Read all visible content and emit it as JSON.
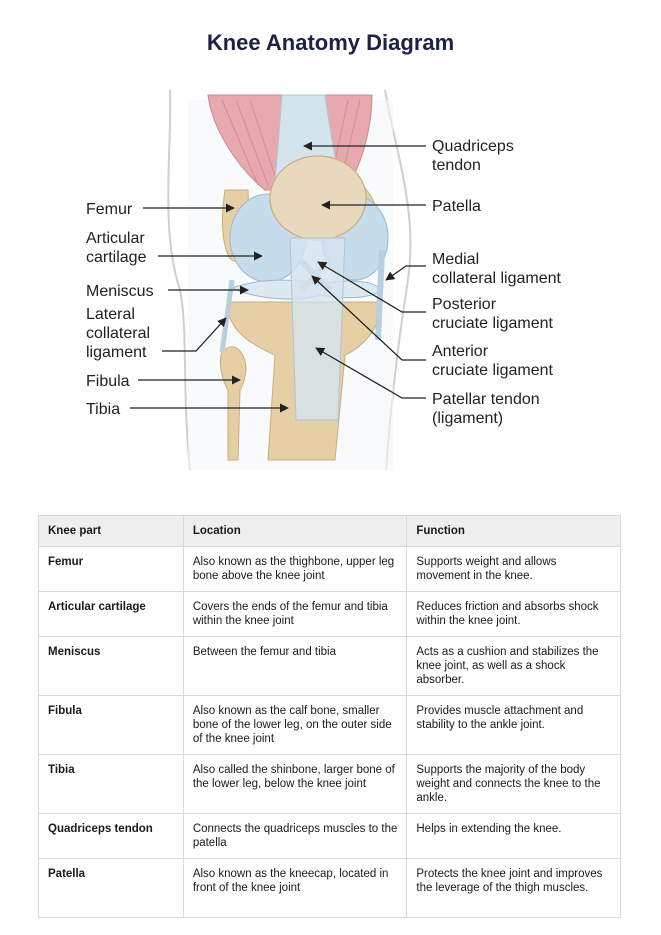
{
  "title": "Knee Anatomy Diagram",
  "diagram": {
    "labels": {
      "femur": "Femur",
      "articular_1": "Articular",
      "articular_2": "cartilage",
      "meniscus": "Meniscus",
      "lateral_1": "Lateral",
      "lateral_2": "collateral",
      "lateral_3": "ligament",
      "fibula": "Fibula",
      "tibia": "Tibia",
      "quad_1": "Quadriceps",
      "quad_2": "tendon",
      "patella": "Patella",
      "medial_1": "Medial",
      "medial_2": "collateral ligament",
      "posterior_1": "Posterior",
      "posterior_2": "cruciate ligament",
      "anterior_1": "Anterior",
      "anterior_2": "cruciate ligament",
      "patellar_1": "Patellar tendon",
      "patellar_2": "(ligament)"
    },
    "colors": {
      "bone": "#e7cfa5",
      "cartilage": "#c6dcea",
      "muscle": "#e8a9ae",
      "tendon": "#d4e4ef",
      "skin_outline": "#cfcfcf"
    }
  },
  "table": {
    "headers": [
      "Knee part",
      "Location",
      "Function"
    ],
    "rows": [
      {
        "part": "Femur",
        "location": "Also known as the thighbone, upper leg bone above the knee joint",
        "function": "Supports weight and allows movement in the knee."
      },
      {
        "part": "Articular cartilage",
        "location": "Covers the ends of the femur and tibia within the knee joint",
        "function": "Reduces friction and absorbs shock within the knee joint."
      },
      {
        "part": "Meniscus",
        "location": "Between the femur and tibia",
        "function": "Acts as a cushion and stabilizes the knee joint, as well as a shock absorber."
      },
      {
        "part": "Fibula",
        "location": "Also known as the calf bone, smaller bone of the lower leg, on the outer side of the knee joint",
        "function": "Provides muscle attachment and stability to the ankle joint."
      },
      {
        "part": "Tibia",
        "location": "Also called the shinbone, larger bone of the lower leg, below the knee joint",
        "function": "Supports the majority of the body weight and connects the knee to the ankle."
      },
      {
        "part": "Quadriceps tendon",
        "location": "Connects the quadriceps muscles to the patella",
        "function": "Helps in extending the knee."
      },
      {
        "part": "Patella",
        "location": "Also known as the kneecap, located in front of the knee joint",
        "function": "Protects the knee joint and improves the leverage of the thigh muscles."
      }
    ]
  }
}
